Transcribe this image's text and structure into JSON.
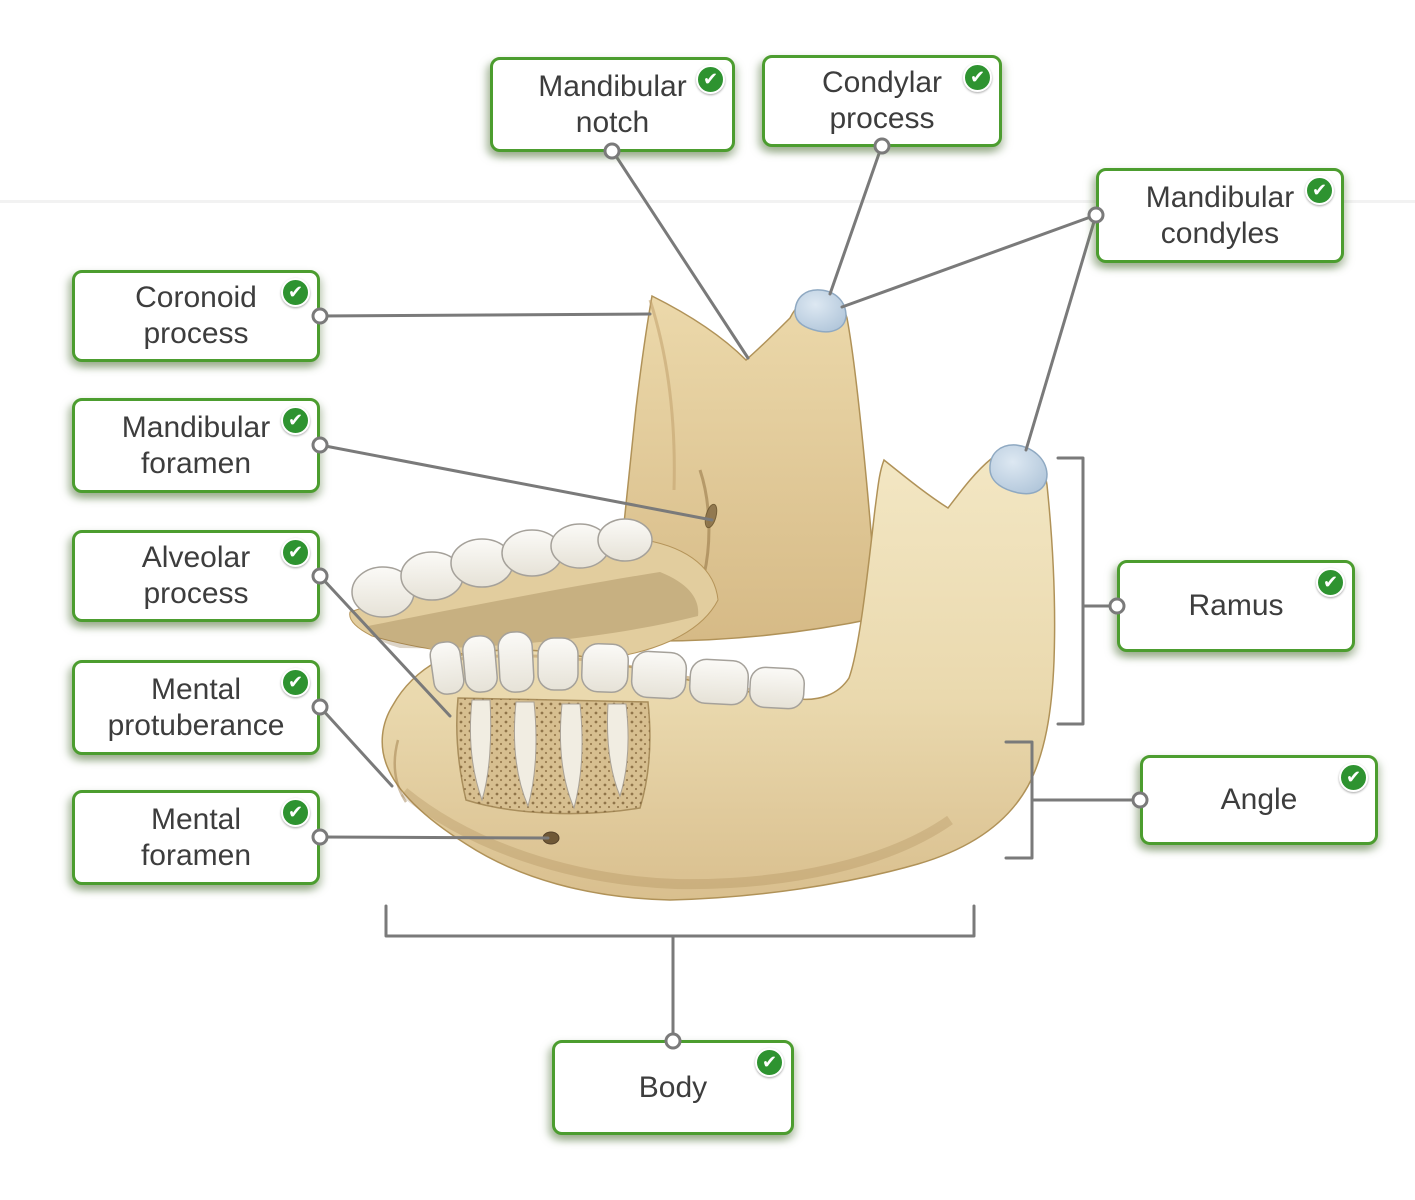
{
  "page": {
    "background": "#ffffff",
    "illustration_alt": "Lateral view of a human mandible (lower jaw) with teeth, two bluish mandibular condyles and an exposed spongy-bone window showing tooth roots"
  },
  "colors": {
    "label_border": "#4c9d2f",
    "check_badge": "#2e9330",
    "leader_line": "#7a7a7a",
    "bone_light": "#f3e7c4",
    "bone_mid": "#ead9ae",
    "bone_dark": "#d9bf8e",
    "condyle_cartilage": "#b3c9dd",
    "tooth": "#f6f4ee",
    "spongy_bone": "#d7bf90"
  },
  "icons": {
    "check": "✔"
  },
  "labels": {
    "mandibular_notch": {
      "text": "Mandibular\nnotch",
      "status": "correct"
    },
    "condylar_process": {
      "text": "Condylar\nprocess",
      "status": "correct"
    },
    "mandibular_condyles": {
      "text": "Mandibular\ncondyles",
      "status": "correct"
    },
    "coronoid_process": {
      "text": "Coronoid\nprocess",
      "status": "correct"
    },
    "mandibular_foramen": {
      "text": "Mandibular\nforamen",
      "status": "correct"
    },
    "alveolar_process": {
      "text": "Alveolar\nprocess",
      "status": "correct"
    },
    "mental_protuberance": {
      "text": "Mental\nprotuberance",
      "status": "correct"
    },
    "mental_foramen": {
      "text": "Mental\nforamen",
      "status": "correct"
    },
    "ramus": {
      "text": "Ramus",
      "status": "correct"
    },
    "angle": {
      "text": "Angle",
      "status": "correct"
    },
    "body": {
      "text": "Body",
      "status": "correct"
    }
  }
}
